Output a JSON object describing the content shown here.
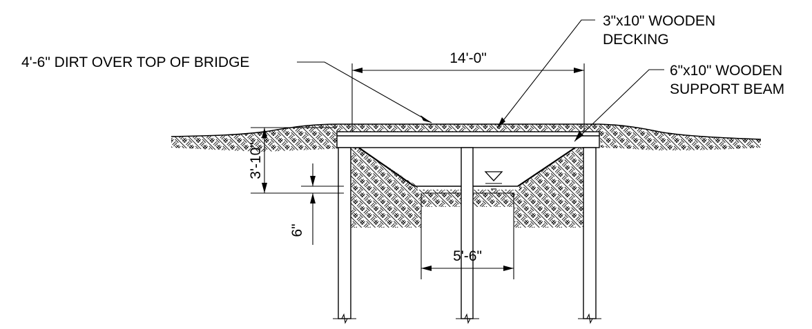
{
  "labels": {
    "dirt_cover": "4'-6\" DIRT OVER TOP OF BRIDGE",
    "decking_line1": "3\"x10\" WOODEN",
    "decking_line2": "DECKING",
    "beam_line1": "6\"x10\" WOODEN",
    "beam_line2": "SUPPORT BEAM"
  },
  "dimensions": {
    "span": "14'-0\"",
    "depth": "3'-10\"",
    "water_depth": "6\"",
    "bottom_width": "5'-6\""
  }
}
